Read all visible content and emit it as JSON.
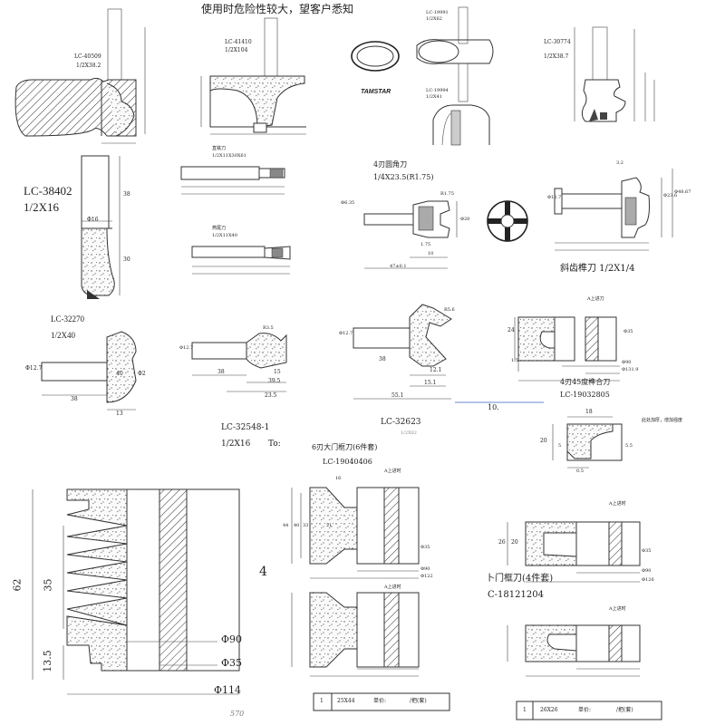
{
  "header": {
    "warning": "使用时危险性较大，望客户悉知"
  },
  "cells": {
    "c1": {
      "model": "LC-40509",
      "size": "1/2X38.2"
    },
    "c2": {
      "model": "LC-41410",
      "size": "1/2X104"
    },
    "c3": {
      "model_a": "LC-19991",
      "size_a": "1/2X62",
      "model_b": "LC-19994",
      "size_b": "1/2X41",
      "brand": "TAMSTAR"
    },
    "c4": {
      "model": "LC-30774",
      "size": "1/2X38.7"
    },
    "c5": {
      "model": "LC-38402",
      "size": "1/2X16",
      "dia": "Φ16",
      "len_a": "38",
      "len_b": "30"
    },
    "c6": {
      "name_a": "直铣刀",
      "spec_a": "1/2X11X30X61",
      "name_b": "燕尾刀",
      "spec_b": "1/2X11X40"
    },
    "c7": {
      "title": "4刃圆角刀",
      "spec": "1/4X23.5(R1.75)",
      "d1": "Φ6.35",
      "d2": "Φ20",
      "r": "R1.75",
      "w1": "1.75",
      "w2": "10",
      "w3": "47±0.1"
    },
    "c8": {
      "name": "斜齿榫刀  1/2X1/4",
      "a1": "3.2",
      "d1": "Φ12.7",
      "d2": "Φ23.6",
      "d3": "Φ48.67"
    },
    "c9": {
      "model": "LC-32270",
      "size": "1/2X40",
      "d1": "Φ12.7",
      "d2": "40",
      "d3": "Φ2",
      "w1": "38",
      "w2": "13"
    },
    "c10": {
      "a1": "R3.5",
      "d1": "Φ12.7",
      "w1": "38",
      "w2": "15",
      "w3": "39.5",
      "w4": "23.5"
    },
    "c11": {
      "a1": "R5.6",
      "d1": "Φ12.7",
      "w1": "38",
      "w2": "12.1",
      "w3": "15.1",
      "w4": "55.1"
    },
    "c12": {
      "tag": "A上进刀",
      "name": "4刃45度榫合刀",
      "model": "LC-19032805",
      "h1": "24",
      "h2": "1.5",
      "d1": "Φ35",
      "d2": "Φ90",
      "d3": "Φ131.9"
    },
    "c13": {
      "label": "10."
    },
    "c14": {
      "w1": "18",
      "h1": "20",
      "h2": "5",
      "h3": "5.5",
      "w2": "0.5",
      "note": "此处加厚，增加强度"
    },
    "c15": {
      "model": "LC-32548-1",
      "size": "1/2X16",
      "to": "To:"
    },
    "c16": {
      "model": "LC-32623",
      "size": "1/2X62"
    },
    "c17": {
      "title": "6刃大门框刀(6件套)",
      "model": "LC-19040406",
      "tag_a": "A上进时",
      "tag_b": "A上进时",
      "w1": "16",
      "h1": "44",
      "h2": "40",
      "h3": "33",
      "h4": "21",
      "d1": "Φ35",
      "d2": "Φ90",
      "d3": "Φ122",
      "footer_no": "1",
      "footer_size": "25X44",
      "footer_price": "单价:",
      "footer_unit": "/把(套)"
    },
    "c18": {
      "h1": "62",
      "h2": "35",
      "h3": "13.5",
      "d1": "Φ90",
      "d2": "Φ35",
      "d3": "Φ114",
      "page": "4",
      "bottom": "570"
    },
    "c19": {
      "title": "卜门框刀(4件套)",
      "model": "C-18121204",
      "tag_a": "A上进时",
      "tag_b": "A上进时",
      "h1": "26",
      "h2": "20",
      "d1": "Φ35",
      "d2": "Φ90",
      "d3": "Φ126",
      "footer_no": "1",
      "footer_size": "26X26",
      "footer_price": "单价:",
      "footer_unit": "/把(套)"
    }
  }
}
